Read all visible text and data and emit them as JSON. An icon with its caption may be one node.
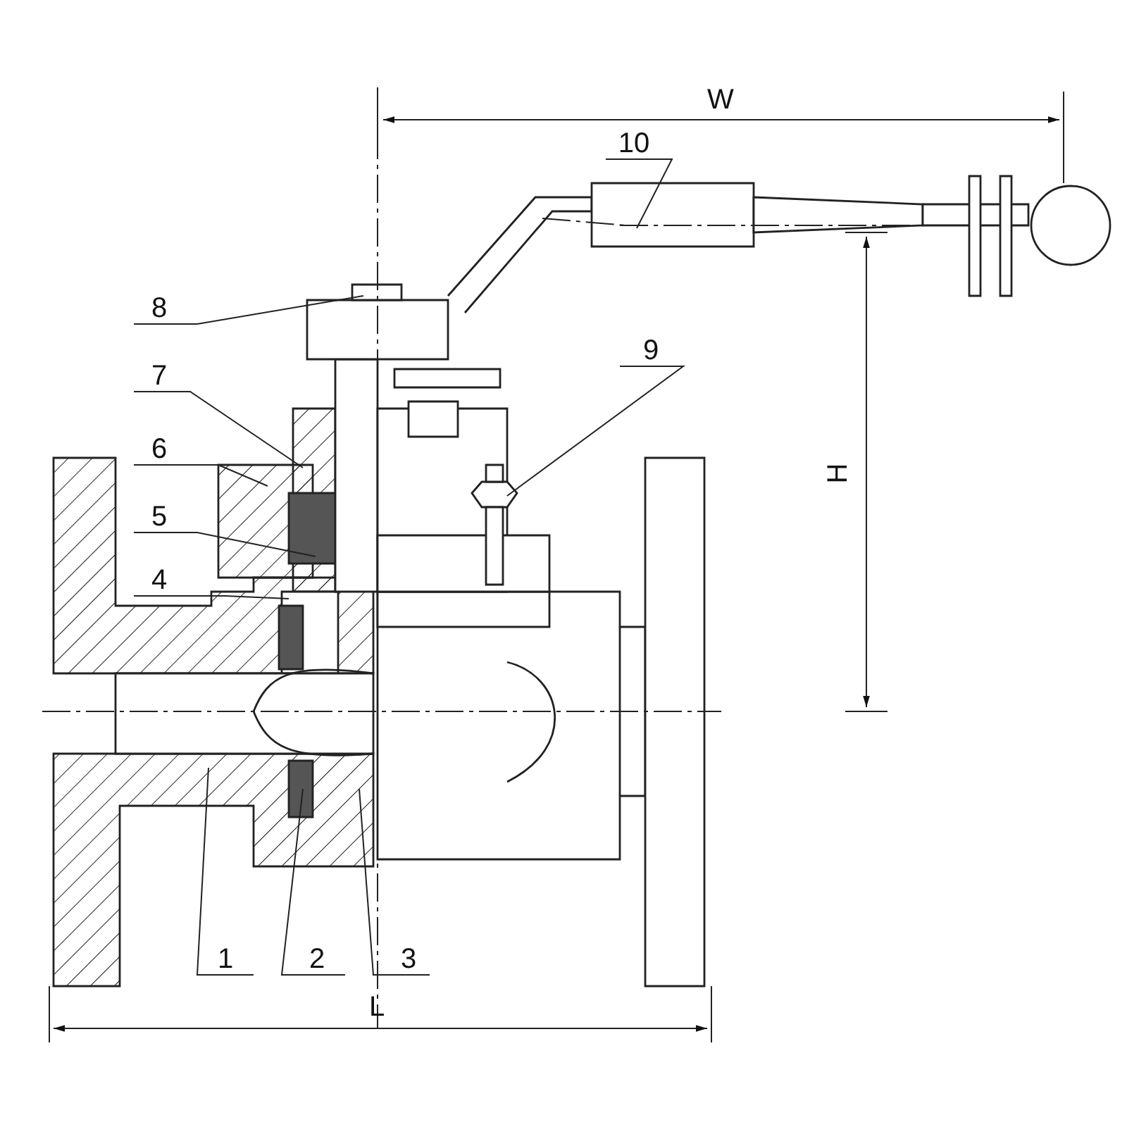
{
  "diagram": {
    "nodes": [
      {
        "text": [
          "10"
        ]
      },
      {
        "text": [
          "8"
        ]
      },
      {
        "text": [
          "7"
        ]
      },
      {
        "text": [
          "9"
        ]
      },
      {
        "text": [
          "6"
        ]
      },
      {
        "text": [
          "5"
        ]
      },
      {
        "text": [
          "4"
        ]
      },
      {
        "text": [
          "1"
        ]
      },
      {
        "text": [
          "2"
        ]
      },
      {
        "text": [
          "3"
        ]
      }
    ],
    "edges": [
      {
        "from": 0,
        "to": null,
        "arrow": "none"
      },
      {
        "from": 1,
        "to": null,
        "arrow": "none"
      },
      {
        "from": 2,
        "to": null,
        "arrow": "none"
      },
      {
        "from": 3,
        "to": null,
        "arrow": "none"
      },
      {
        "from": 4,
        "to": null,
        "arrow": "none"
      },
      {
        "from": 5,
        "to": null,
        "arrow": "none"
      },
      {
        "from": 6,
        "to": null,
        "arrow": "none"
      },
      {
        "from": 7,
        "to": null,
        "arrow": "none"
      },
      {
        "from": 8,
        "to": null,
        "arrow": "none"
      },
      {
        "from": 9,
        "to": null,
        "arrow": "none"
      }
    ],
    "labels": [
      "W",
      "H",
      "L"
    ]
  }
}
